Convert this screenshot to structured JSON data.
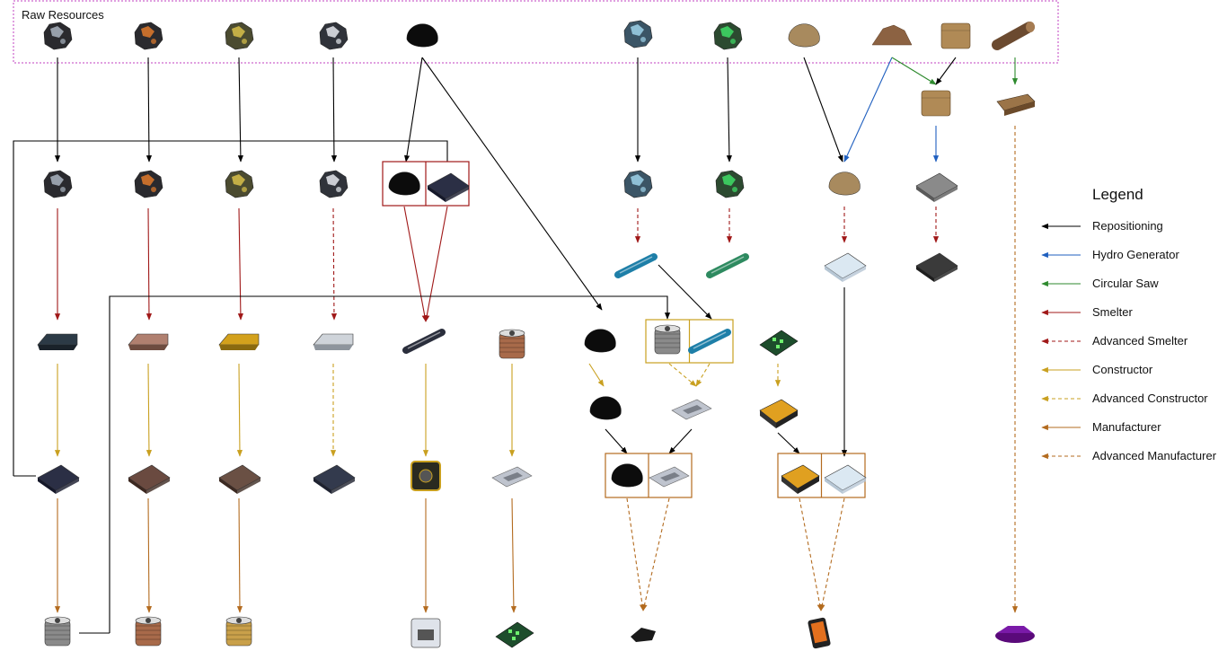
{
  "diagram": {
    "group_title": "Raw Resources",
    "colors": {
      "repositioning": "#000000",
      "hydro_generator": "#1f5fbf",
      "circular_saw": "#2e8a2e",
      "smelter": "#a01818",
      "constructor": "#c9a020",
      "manufacturer": "#b36b1f",
      "group_border": "#c040c0"
    },
    "legend": {
      "title": "Legend",
      "items": [
        {
          "label": "Repositioning",
          "color": "#000000",
          "dashed": false
        },
        {
          "label": "Hydro Generator",
          "color": "#1f5fbf",
          "dashed": false
        },
        {
          "label": "Circular Saw",
          "color": "#2e8a2e",
          "dashed": false
        },
        {
          "label": "Smelter",
          "color": "#a01818",
          "dashed": false
        },
        {
          "label": "Advanced Smelter",
          "color": "#a01818",
          "dashed": true
        },
        {
          "label": "Constructor",
          "color": "#c9a020",
          "dashed": false
        },
        {
          "label": "Advanced Constructor",
          "color": "#c9a020",
          "dashed": true
        },
        {
          "label": "Manufacturer",
          "color": "#b36b1f",
          "dashed": false
        },
        {
          "label": "Advanced Manufacturer",
          "color": "#b36b1f",
          "dashed": true
        }
      ]
    },
    "resource_icons": [
      "iron-ore-icon",
      "copper-ore-icon",
      "gold-ore-icon",
      "silver-ore-icon",
      "coal-icon",
      "cobalt-ore-icon",
      "emerald-ore-icon",
      "stone-icon",
      "dirt-icon",
      "block-icon",
      "log-icon",
      "plate-icon",
      "ingot-icon",
      "tube-icon",
      "wire-spool-icon",
      "circuit-board-icon",
      "motor-icon",
      "phone-icon",
      "purple-gem-icon",
      "glass-icon"
    ]
  }
}
